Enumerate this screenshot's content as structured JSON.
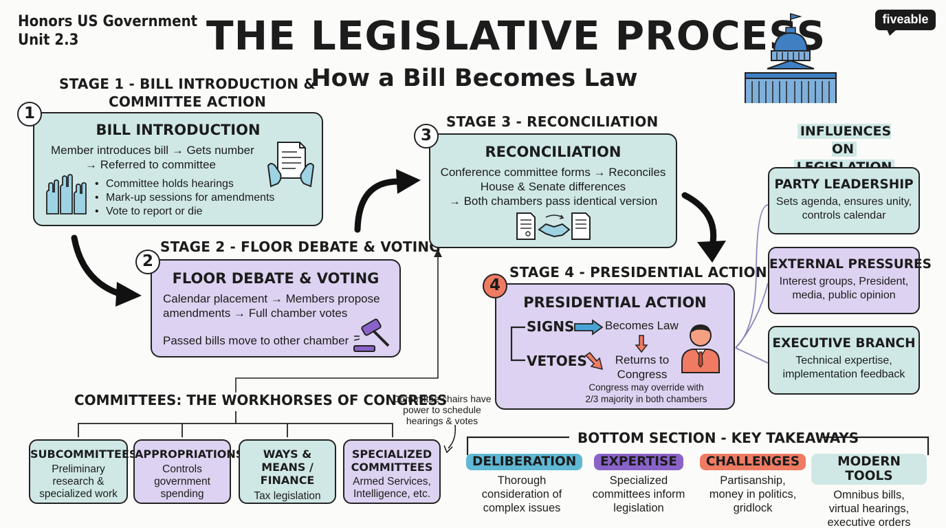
{
  "header": {
    "course_line1": "Honors US Government",
    "course_line2": "Unit 2.3",
    "title": "THE LEGISLATIVE PROCESS",
    "subtitle": "How a Bill Becomes Law",
    "brand": "fiveable"
  },
  "stage1": {
    "label_line1": "STAGE 1 - BILL INTRODUCTION &",
    "label_line2": "COMMITTEE ACTION",
    "number": "1",
    "title": "BILL INTRODUCTION",
    "line1": "Member introduces bill → Gets number",
    "line2": "→ Referred to committee",
    "bullets": [
      "Committee holds hearings",
      "Mark-up sessions for amendments",
      "Vote to report or die"
    ]
  },
  "stage2": {
    "label": "STAGE 2 - FLOOR DEBATE & VOTING",
    "number": "2",
    "title": "FLOOR DEBATE & VOTING",
    "line1": "Calendar placement → Members propose",
    "line2": "amendments → Full chamber votes",
    "line3": "Passed bills move to other chamber"
  },
  "stage3": {
    "label": "STAGE 3 - RECONCILIATION",
    "number": "3",
    "title": "RECONCILIATION",
    "line1": "Conference committee forms → Reconciles",
    "line2": "House & Senate differences",
    "line3": "→ Both chambers pass identical version"
  },
  "stage4": {
    "label": "STAGE 4 - PRESIDENTIAL ACTION",
    "number": "4",
    "title": "PRESIDENTIAL ACTION",
    "signs": "SIGNS",
    "becomes_law": "Becomes Law",
    "vetoes": "VETOES",
    "returns_line1": "Returns to",
    "returns_line2": "Congress",
    "override_line1": "Congress may override with",
    "override_line2": "2/3 majority in both chambers"
  },
  "committees": {
    "heading": "COMMITTEES: THE WORKHORSES OF CONGRESS",
    "note_line1": "Committee chairs have",
    "note_line2": "power to schedule",
    "note_line3": "hearings & votes",
    "items": [
      {
        "title_line1": "SUBCOMMITTEES",
        "title_line2": "",
        "desc_line1": "Preliminary",
        "desc_line2": "research &",
        "desc_line3": "specialized work"
      },
      {
        "title_line1": "APPROPRIATIONS",
        "title_line2": "",
        "desc_line1": "Controls",
        "desc_line2": "government",
        "desc_line3": "spending"
      },
      {
        "title_line1": "WAYS & MEANS /",
        "title_line2": "FINANCE",
        "desc_line1": "Tax legislation",
        "desc_line2": "",
        "desc_line3": ""
      },
      {
        "title_line1": "SPECIALIZED",
        "title_line2": "COMMITTEES",
        "desc_line1": "Armed Services,",
        "desc_line2": "Intelligence, etc.",
        "desc_line3": ""
      }
    ]
  },
  "influences": {
    "heading_line1": "INFLUENCES ON",
    "heading_line2": "LEGISLATION",
    "items": [
      {
        "title": "PARTY LEADERSHIP",
        "desc_line1": "Sets agenda, ensures unity,",
        "desc_line2": "controls calendar"
      },
      {
        "title": "EXTERNAL PRESSURES",
        "desc_line1": "Interest groups, President,",
        "desc_line2": "media, public opinion"
      },
      {
        "title": "EXECUTIVE BRANCH",
        "desc_line1": "Technical expertise,",
        "desc_line2": "implementation feedback"
      }
    ]
  },
  "takeaways": {
    "heading": "BOTTOM SECTION - KEY TAKEAWAYS",
    "items": [
      {
        "label": "DELIBERATION",
        "color": "#5fb8d4",
        "desc_line1": "Thorough",
        "desc_line2": "consideration of",
        "desc_line3": "complex issues"
      },
      {
        "label": "EXPERTISE",
        "color": "#8a63c9",
        "desc_line1": "Specialized",
        "desc_line2": "committees inform",
        "desc_line3": "legislation"
      },
      {
        "label": "CHALLENGES",
        "color": "#f07b63",
        "desc_line1": "Partisanship,",
        "desc_line2": "money in politics,",
        "desc_line3": "gridlock"
      },
      {
        "label": "MODERN TOOLS",
        "color": "#cfe8e6",
        "desc_line1": "Omnibus bills,",
        "desc_line2": "virtual hearings,",
        "desc_line3": "executive orders"
      }
    ]
  },
  "colors": {
    "teal_box": "#cfe8e6",
    "lavender_box": "#ddd2f1",
    "stage4_badge": "#f07b63",
    "capitol_blue": "#3f7fc2",
    "arrow_blue": "#4aa3d6",
    "arrow_red": "#f07b63"
  },
  "icons": [
    "document-hands-icon",
    "raised-hands-icon",
    "gavel-icon",
    "handshake-documents-icon",
    "president-icon",
    "capitol-icon"
  ]
}
